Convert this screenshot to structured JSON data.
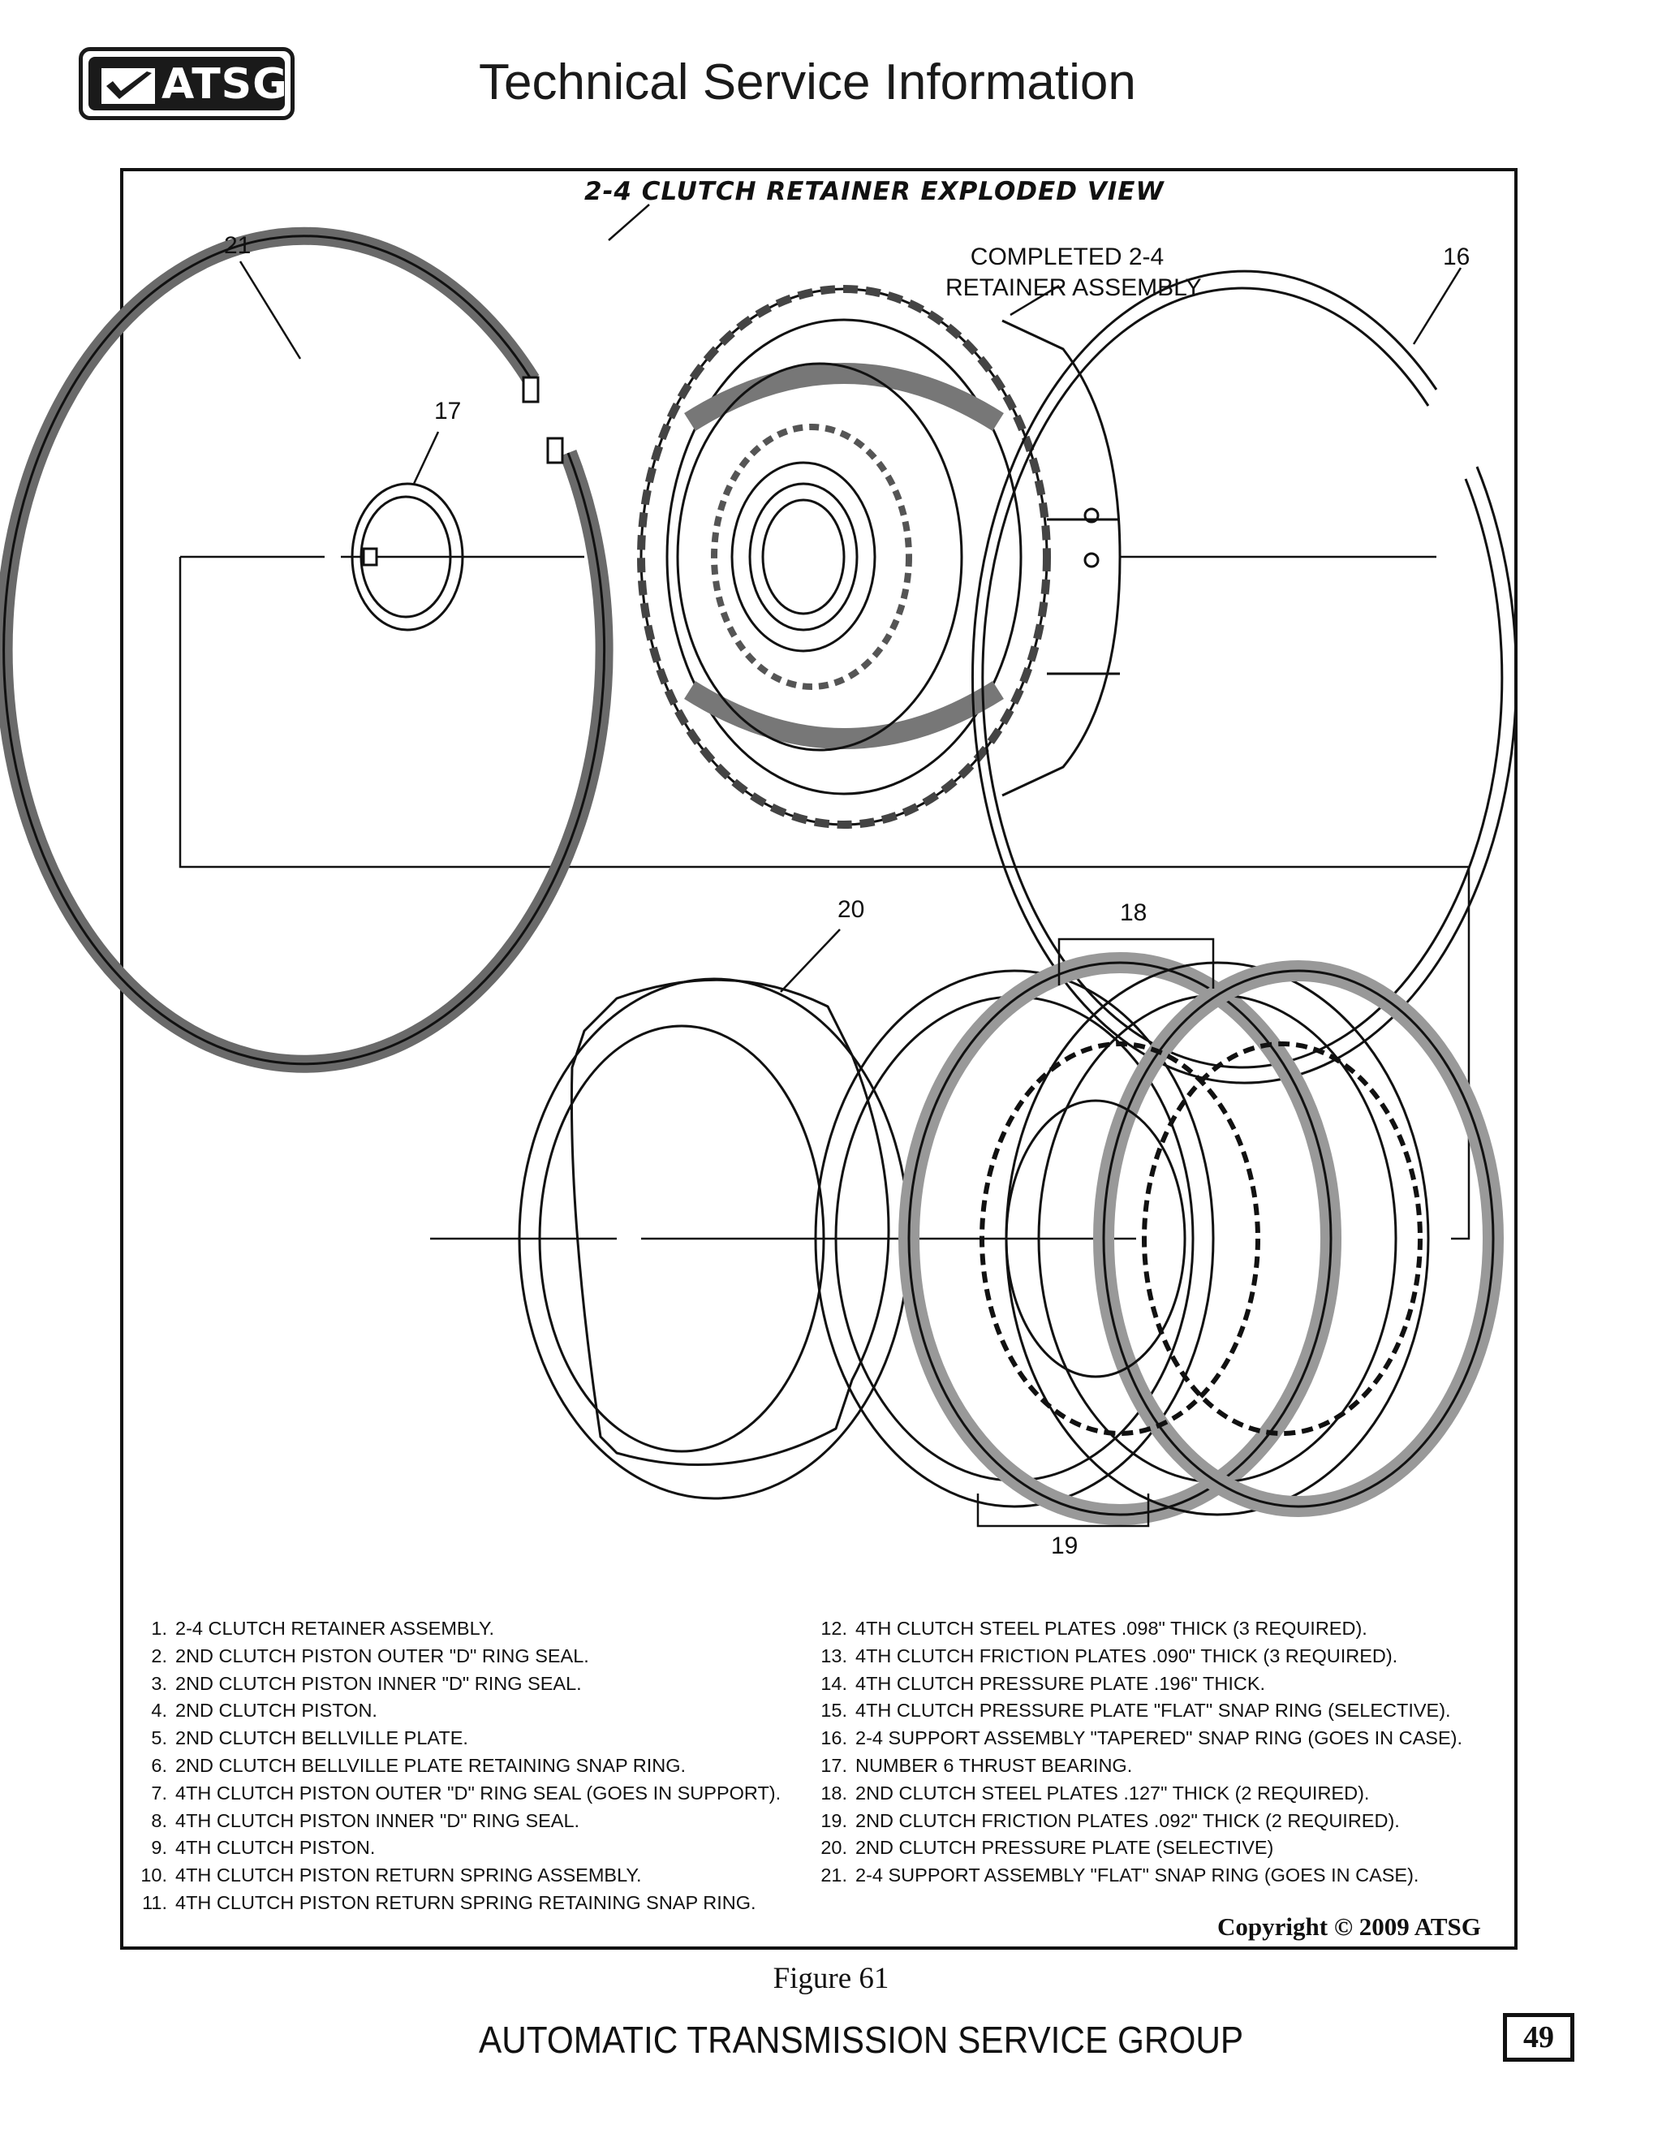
{
  "header": {
    "logo_text": "ATSG",
    "title": "Technical Service Information"
  },
  "figure": {
    "title": "2-4 CLUTCH RETAINER EXPLODED VIEW",
    "callouts": {
      "c21": "21",
      "c17": "17",
      "c16": "16",
      "c20": "20",
      "c18": "18",
      "c19": "19",
      "completed_line1": "COMPLETED 2-4",
      "completed_line2": "RETAINER ASSEMBLY"
    },
    "legend_left": [
      {
        "num": "1.",
        "text": "2-4 CLUTCH RETAINER ASSEMBLY."
      },
      {
        "num": "2.",
        "text": "2ND CLUTCH PISTON OUTER \"D\" RING SEAL."
      },
      {
        "num": "3.",
        "text": "2ND CLUTCH PISTON INNER \"D\" RING SEAL."
      },
      {
        "num": "4.",
        "text": "2ND CLUTCH PISTON."
      },
      {
        "num": "5.",
        "text": "2ND CLUTCH BELLVILLE PLATE."
      },
      {
        "num": "6.",
        "text": "2ND CLUTCH BELLVILLE PLATE RETAINING SNAP RING."
      },
      {
        "num": "7.",
        "text": "4TH CLUTCH PISTON OUTER \"D\" RING SEAL (GOES IN SUPPORT)."
      },
      {
        "num": "8.",
        "text": "4TH CLUTCH PISTON INNER \"D\" RING SEAL."
      },
      {
        "num": "9.",
        "text": "4TH CLUTCH PISTON."
      },
      {
        "num": "10.",
        "text": "4TH CLUTCH PISTON RETURN SPRING ASSEMBLY."
      },
      {
        "num": "11.",
        "text": "4TH CLUTCH PISTON RETURN SPRING RETAINING SNAP RING."
      }
    ],
    "legend_right": [
      {
        "num": "12.",
        "text": "4TH CLUTCH STEEL PLATES .098\" THICK  (3 REQUIRED)."
      },
      {
        "num": "13.",
        "text": "4TH CLUTCH FRICTION PLATES .090\" THICK  (3 REQUIRED)."
      },
      {
        "num": "14.",
        "text": "4TH CLUTCH PRESSURE PLATE .196\" THICK."
      },
      {
        "num": "15.",
        "text": "4TH CLUTCH PRESSURE PLATE \"FLAT\" SNAP RING (SELECTIVE)."
      },
      {
        "num": "16.",
        "text": "2-4 SUPPORT ASSEMBLY \"TAPERED\" SNAP RING (GOES IN CASE)."
      },
      {
        "num": "17.",
        "text": "NUMBER 6 THRUST BEARING."
      },
      {
        "num": "18.",
        "text": "2ND CLUTCH STEEL PLATES .127\" THICK  (2 REQUIRED)."
      },
      {
        "num": "19.",
        "text": "2ND CLUTCH FRICTION PLATES .092\" THICK  (2 REQUIRED)."
      },
      {
        "num": "20.",
        "text": "2ND CLUTCH PRESSURE PLATE (SELECTIVE)"
      },
      {
        "num": "21.",
        "text": "2-4 SUPPORT ASSEMBLY  \"FLAT\" SNAP RING (GOES IN CASE)."
      }
    ],
    "copyright": "Copyright © 2009 ATSG",
    "caption": "Figure 61"
  },
  "footer": {
    "org": "AUTOMATIC TRANSMISSION SERVICE GROUP",
    "page": "49"
  }
}
